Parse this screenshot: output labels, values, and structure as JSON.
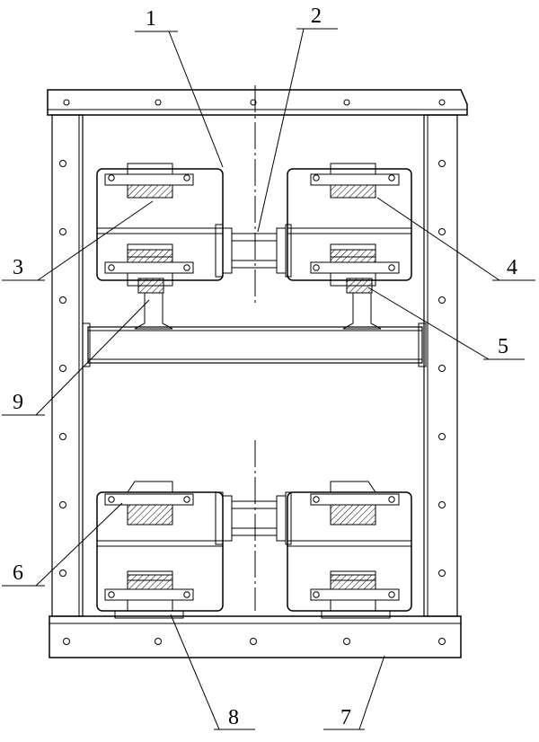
{
  "callouts": [
    {
      "id": "label-1",
      "text": "1"
    },
    {
      "id": "label-2",
      "text": "2"
    },
    {
      "id": "label-3",
      "text": "3"
    },
    {
      "id": "label-4",
      "text": "4"
    },
    {
      "id": "label-5",
      "text": "5"
    },
    {
      "id": "label-6",
      "text": "6"
    },
    {
      "id": "label-7",
      "text": "7"
    },
    {
      "id": "label-8",
      "text": "8"
    },
    {
      "id": "label-9",
      "text": "9"
    }
  ],
  "colors": {
    "line": "#000000",
    "hatch": "#000000",
    "background": "#ffffff"
  }
}
